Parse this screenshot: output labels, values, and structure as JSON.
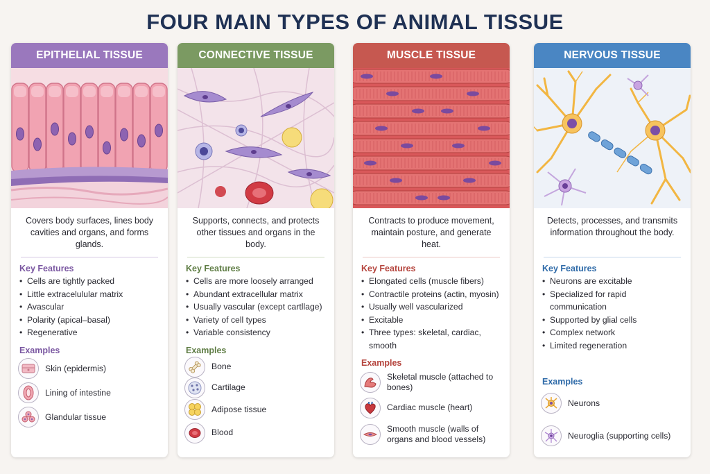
{
  "title": "FOUR MAIN TYPES OF ANIMAL TISSUE",
  "key_features_label": "Key Features",
  "examples_label": "Examples",
  "colors": {
    "epithelial": "#9a78bd",
    "connective": "#7b9a62",
    "muscle": "#c65850",
    "nervous": "#4a86c3",
    "title": "#1f3154"
  },
  "cards": [
    {
      "title": "EPITHELIAL TISSUE",
      "description": "Covers body surfaces, lines body cavities and organs, and forms glands.",
      "features": [
        "Cells are tightly packed",
        "Little extracelulular matrix",
        "Avascular",
        "Polarity (apical–basal)",
        "Regenerative"
      ],
      "examples": [
        {
          "label": "Skin (epidermis)",
          "icon": "skin-icon"
        },
        {
          "label": "Lining of intestine",
          "icon": "intestine-icon"
        },
        {
          "label": "Glandular tissue",
          "icon": "gland-icon"
        }
      ]
    },
    {
      "title": "CONNECTIVE TISSUE",
      "description": "Supports, connects, and protects other tissues and organs in the body.",
      "features": [
        "Cells are more loosely arranged",
        "Abundant extracellular matrix",
        "Usually vascular (except cartllage)",
        "Variety of cell types",
        "Variable consistency"
      ],
      "examples": [
        {
          "label": "Bone",
          "icon": "bone-icon"
        },
        {
          "label": "Cartilage",
          "icon": "cartilage-icon"
        },
        {
          "label": "Adipose tissue",
          "icon": "adipose-icon"
        },
        {
          "label": "Blood",
          "icon": "blood-icon"
        }
      ]
    },
    {
      "title": "MUSCLE TISSUE",
      "description": "Contracts to produce movement, maintain posture, and generate heat.",
      "features": [
        "Elongated cells (muscle fibers)",
        "Contractile proteins (actin, myosin)",
        "Usually well vascularized",
        "Excitable",
        "Three types: skeletal, cardiac, smooth"
      ],
      "examples": [
        {
          "label": "Skeletal muscle (attached to bones)",
          "icon": "skeletal-muscle-icon"
        },
        {
          "label": "Cardiac muscle (heart)",
          "icon": "heart-icon"
        },
        {
          "label": "Smooth muscle (walls of organs and blood vessels)",
          "icon": "smooth-muscle-icon"
        }
      ]
    },
    {
      "title": "NERVOUS TISSUE",
      "description": "Detects, processes, and transmits information throughout the body.",
      "features": [
        "Neurons are excitable",
        "Specialized for rapid communication",
        "Supported by glial cells",
        "Complex network",
        "Limited regeneration"
      ],
      "examples": [
        {
          "label": "Neurons",
          "icon": "neuron-icon"
        },
        {
          "label": "Neuroglia (supporting cells)",
          "icon": "neuroglia-icon"
        }
      ]
    }
  ]
}
